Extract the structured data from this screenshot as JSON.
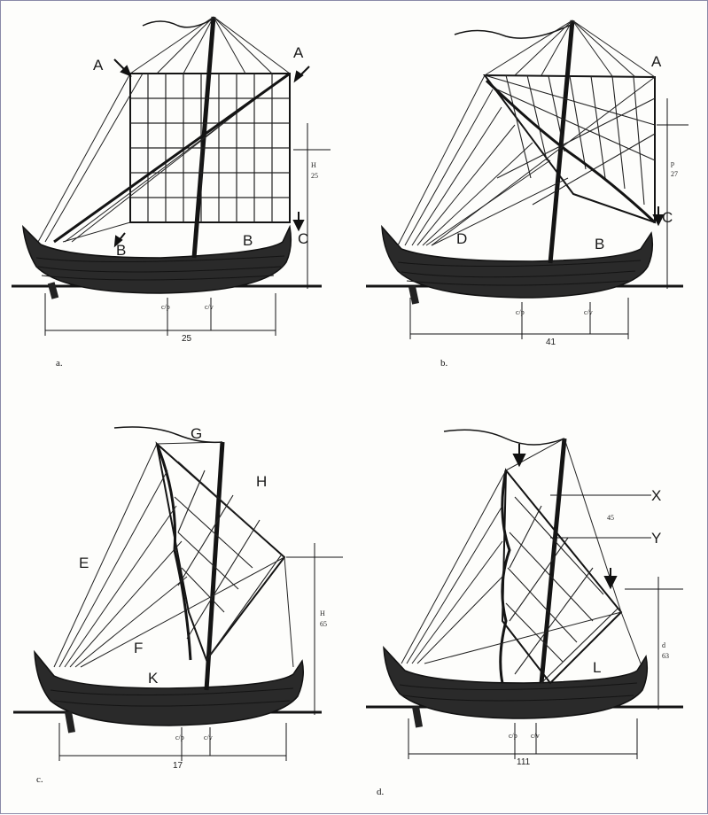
{
  "figure": {
    "panels": [
      {
        "id": "a",
        "label": "a.",
        "letters": [
          "A",
          "A",
          "B",
          "B",
          "C"
        ],
        "height_label": "H",
        "height_value": "25",
        "length_value": "25",
        "cp": "c/p",
        "cv": "c/v"
      },
      {
        "id": "b",
        "label": "b.",
        "letters": [
          "A",
          "C",
          "D",
          "B"
        ],
        "height_label": "p",
        "height_value": "27",
        "length_value": "41",
        "cp": "c/p",
        "cv": "c/v"
      },
      {
        "id": "c",
        "label": "c.",
        "letters": [
          "G",
          "H",
          "E",
          "F",
          "K"
        ],
        "height_label": "H",
        "height_value": "65",
        "length_value": "17",
        "cp": "c/p",
        "cv": "c/v"
      },
      {
        "id": "d",
        "label": "d.",
        "letters": [
          "X",
          "Y",
          "L"
        ],
        "mid_value": "45",
        "height_label": "d",
        "height_value": "63",
        "length_value": "111",
        "cp": "c/p",
        "cv": "c/v"
      }
    ]
  }
}
